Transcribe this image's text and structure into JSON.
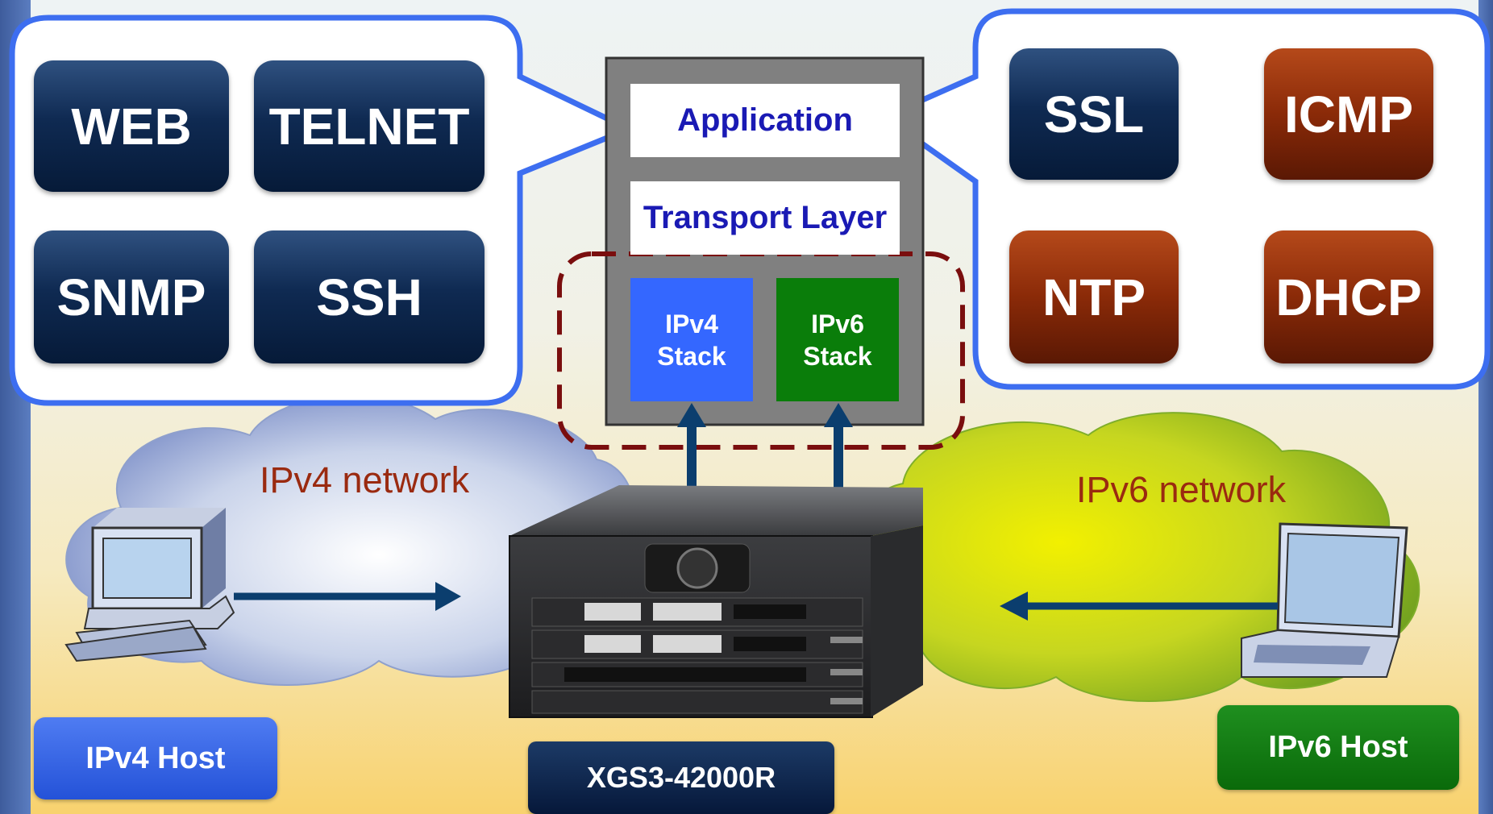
{
  "left_services": [
    {
      "label": "WEB"
    },
    {
      "label": "TELNET"
    },
    {
      "label": "SNMP"
    },
    {
      "label": "SSH"
    }
  ],
  "right_services": [
    {
      "label": "SSL"
    },
    {
      "label": "ICMP"
    },
    {
      "label": "NTP"
    },
    {
      "label": "DHCP"
    }
  ],
  "layers": {
    "application": "Application",
    "transport": "Transport Layer",
    "ipv4_stack": "IPv4\nStack",
    "ipv6_stack": "IPv6\nStack"
  },
  "networks": {
    "ipv4": "IPv4 network",
    "ipv6": "IPv6 network"
  },
  "hosts": {
    "ipv4": "IPv4 Host",
    "ipv6": "IPv6 Host"
  },
  "device_label": "XGS3-42000R",
  "colors": {
    "callout_border": "#3d6ef0",
    "navy_box": "#0f2a52",
    "brown_box": "#8a2a08",
    "ipv4_stack": "#3467ff",
    "ipv6_stack": "#0a7d0a",
    "dashed_border": "#7a0e0e",
    "arrow": "#0b3e6e",
    "network_text": "#9a2a10"
  },
  "icons": [
    "desktop-computer-icon",
    "laptop-icon",
    "switch-chassis-icon",
    "cloud-icon"
  ]
}
